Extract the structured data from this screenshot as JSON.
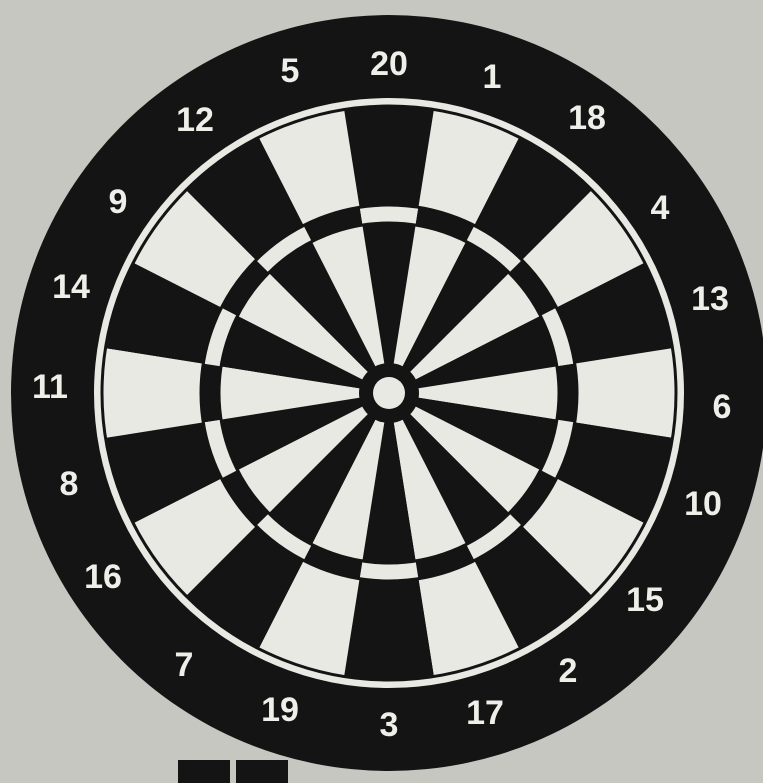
{
  "dartboard": {
    "numbers": [
      "20",
      "1",
      "18",
      "4",
      "13",
      "6",
      "10",
      "15",
      "2",
      "17",
      "3",
      "19",
      "7",
      "16",
      "8",
      "11",
      "14",
      "9",
      "12",
      "5"
    ],
    "colors": {
      "dark": "#141414",
      "light": "#e9e9e4",
      "background": "#c7c7c2"
    }
  }
}
